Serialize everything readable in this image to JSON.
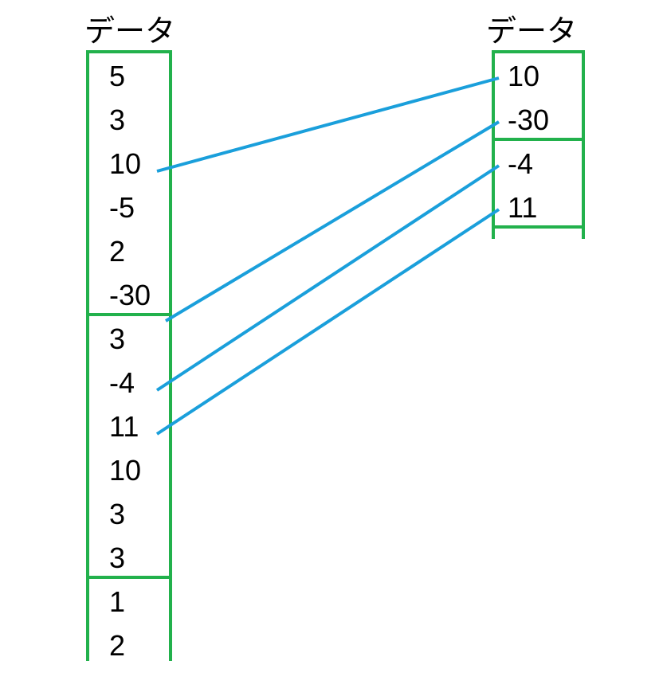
{
  "left": {
    "title": "データ",
    "groups": [
      [
        "5",
        "3",
        "10",
        "-5",
        "2",
        "-30"
      ],
      [
        "3",
        "-4",
        "11",
        "10",
        "3",
        "3"
      ],
      [
        "1",
        "2"
      ]
    ]
  },
  "right": {
    "title": "データ",
    "groups": [
      [
        "10",
        "-30"
      ],
      [
        "-4",
        "11"
      ]
    ]
  },
  "connections": [
    {
      "from": 2,
      "to": 0
    },
    {
      "from": 5,
      "to": 1
    },
    {
      "from": 7,
      "to": 2
    },
    {
      "from": 8,
      "to": 3
    }
  ],
  "colors": {
    "box": "#22b14c",
    "connector": "#1a9fdb"
  }
}
